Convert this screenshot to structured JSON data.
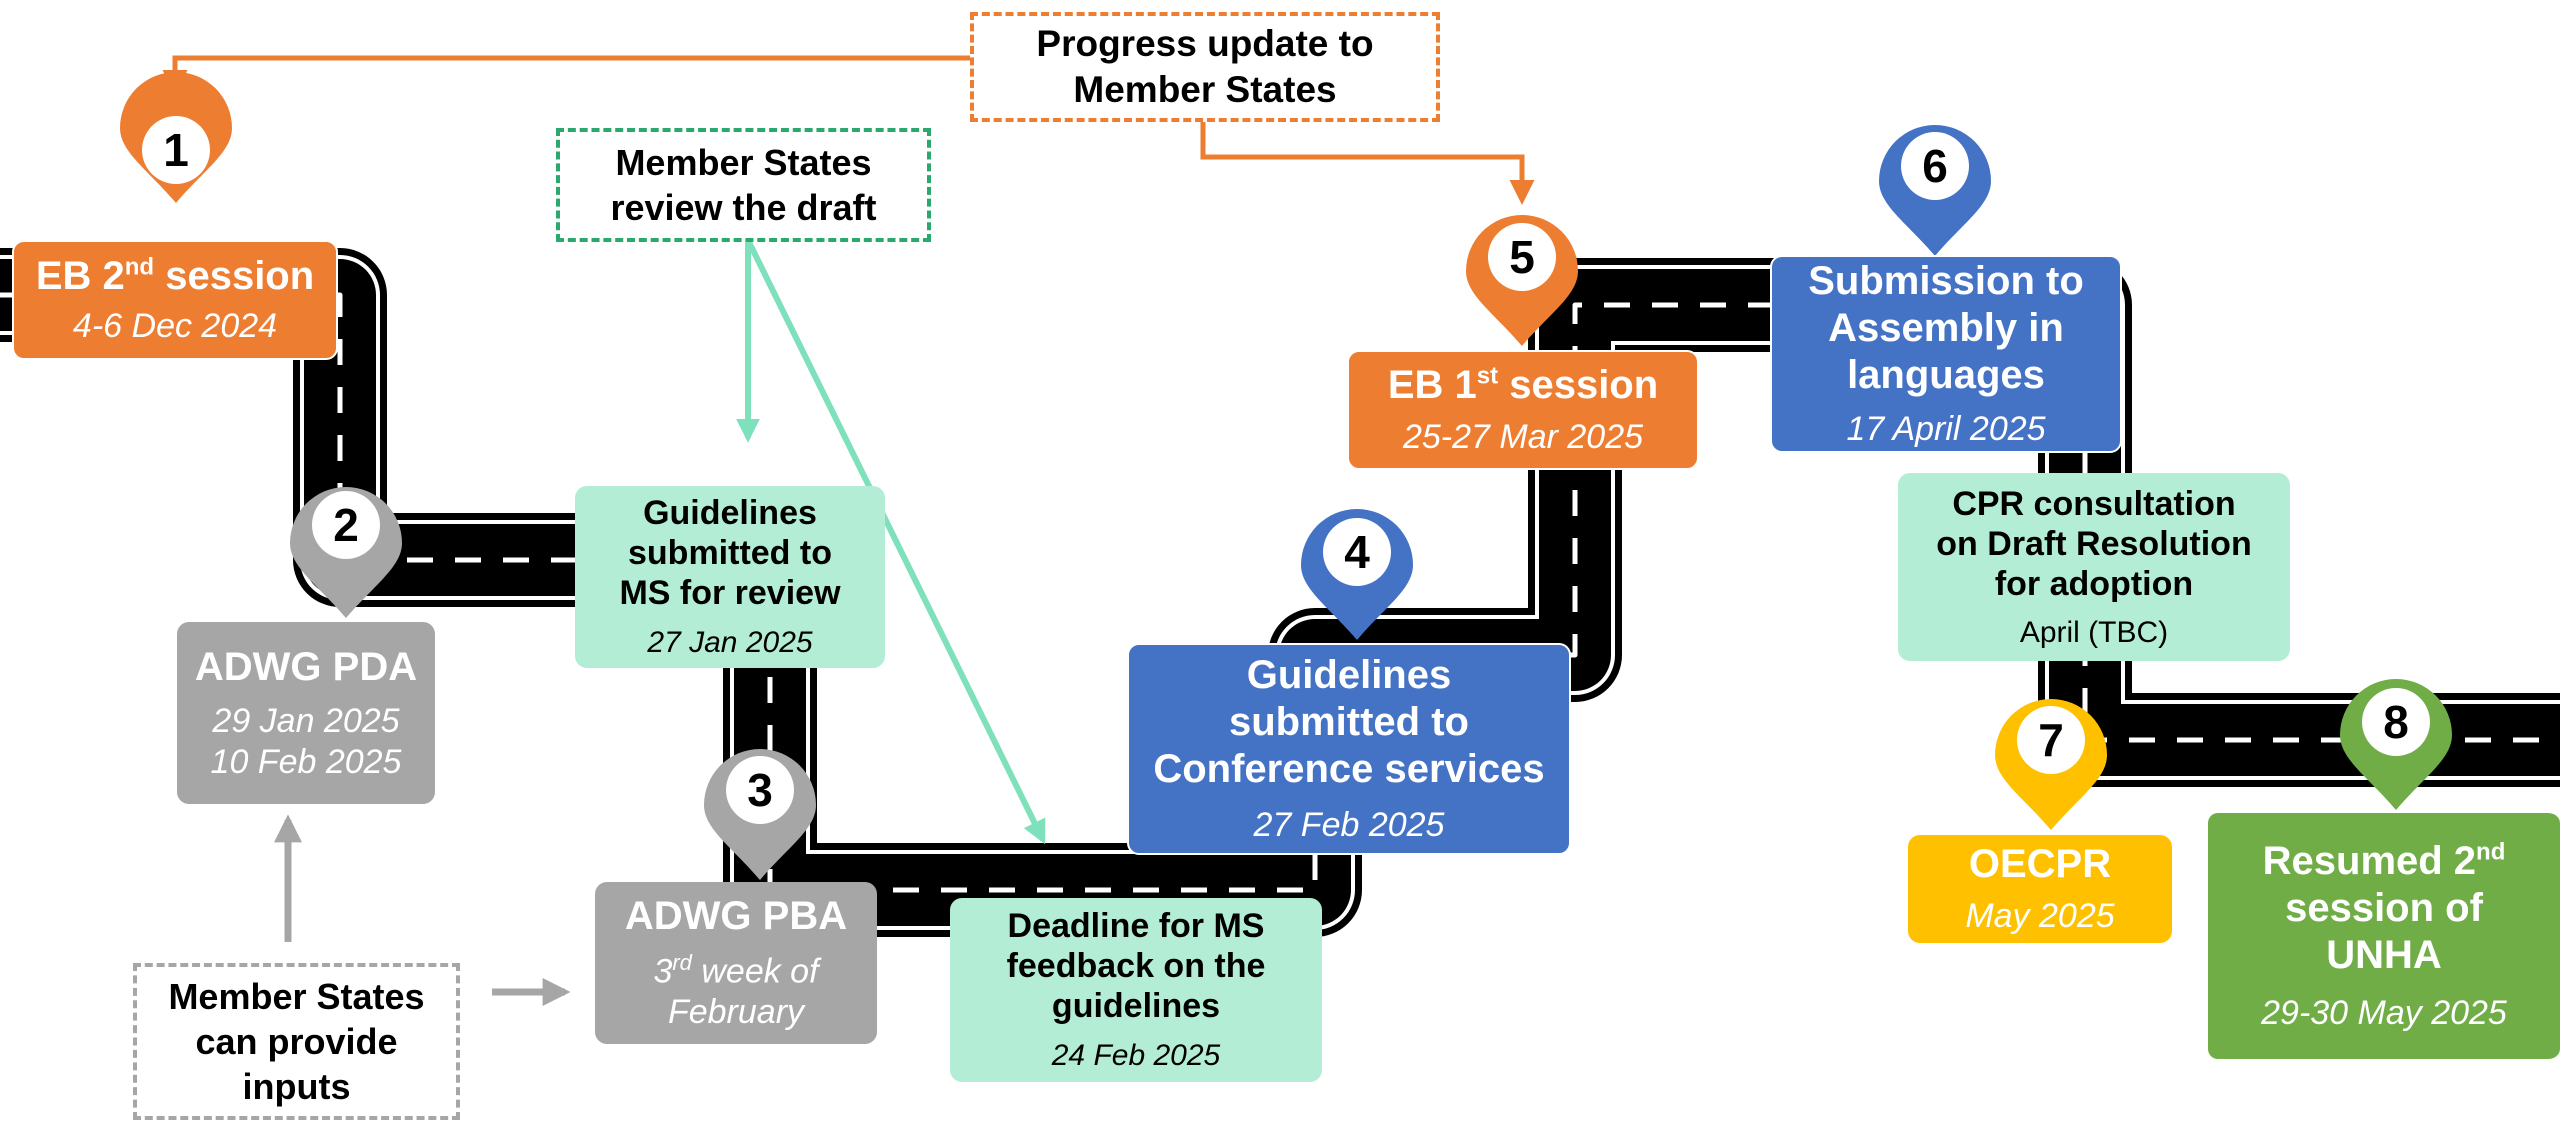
{
  "milestones": [
    {
      "num": "1",
      "title": "EB 2",
      "sup": "nd",
      "title_rest": " session",
      "date": "4-6 Dec 2024",
      "color": "#ED7D31"
    },
    {
      "num": "2",
      "title": "ADWG PDA",
      "date_lines": [
        "29 Jan 2025",
        "10 Feb 2025"
      ],
      "color": "#A6A6A6"
    },
    {
      "num": "3",
      "title": "ADWG PBA",
      "date_pre": "3",
      "date_sup": "rd",
      "date_post": " week of",
      "date_line2": "February",
      "color": "#A6A6A6"
    },
    {
      "num": "4",
      "title_lines": [
        "Guidelines",
        "submitted to",
        "Conference services"
      ],
      "date": "27 Feb 2025",
      "color": "#4472C4"
    },
    {
      "num": "5",
      "title": "EB 1",
      "sup": "st",
      "title_rest": " session",
      "date": "25-27 Mar 2025",
      "color": "#ED7D31"
    },
    {
      "num": "6",
      "title_lines": [
        "Submission to",
        "Assembly in",
        "languages"
      ],
      "date": "17 April 2025",
      "color": "#4472C4"
    },
    {
      "num": "7",
      "title": "OECPR",
      "date": "May 2025",
      "color": "#FFC000"
    },
    {
      "num": "8",
      "title_line1": "Resumed 2",
      "sup": "nd",
      "title_lines_rest": [
        "session of",
        "UNHA"
      ],
      "date": "29-30 May 2025",
      "color": "#70AD47"
    }
  ],
  "steps": [
    {
      "title_lines": [
        "Guidelines",
        "submitted to",
        "MS for review"
      ],
      "date": "27 Jan 2025"
    },
    {
      "title_lines": [
        "Deadline for MS",
        "feedback on the",
        "guidelines"
      ],
      "date": "24 Feb 2025"
    },
    {
      "title_lines": [
        "CPR consultation",
        "on Draft Resolution",
        "for adoption"
      ],
      "date": "April (TBC)"
    }
  ],
  "notes": {
    "progress": [
      "Progress update to",
      "Member States"
    ],
    "review": [
      "Member States",
      "review the draft"
    ],
    "inputs": [
      "Member States",
      "can provide",
      "inputs"
    ]
  },
  "colors": {
    "orange": "#ED7D31",
    "grey": "#A6A6A6",
    "mint": "#B4EDD5",
    "mint_arrow": "#7FE0BC",
    "blue": "#4472C4",
    "yellow": "#FFC000",
    "green": "#70AD47",
    "road": "#000000",
    "dash_green": "#2BA86B"
  }
}
